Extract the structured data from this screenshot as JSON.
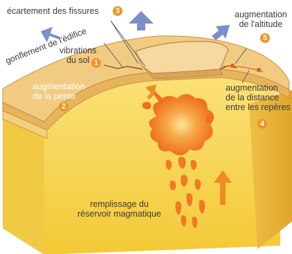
{
  "labels": {
    "ecartement": "écartement des fissures",
    "gonflement": "gonflement de l'édifice",
    "vibrations_l1": "vibrations",
    "vibrations_l2": "du sol",
    "pente_l1": "augmentation",
    "pente_l2": "de la pente",
    "altitude_l1": "augmentation",
    "altitude_l2": "de l'altitude",
    "distance_l1": "augmentation",
    "distance_l2": "de la distance",
    "distance_l3": "entre les repères",
    "reservoir_l1": "remplissage du",
    "reservoir_l2": "réservoir magmatique"
  },
  "markers": {
    "n1": "1",
    "n2": "2",
    "n3": "3",
    "n4": "4",
    "n5": "5"
  },
  "colors": {
    "block_front": "#f7d64e",
    "block_side": "#e8b93a",
    "crust_top": "#f2c778",
    "crust_edge": "#c98d3a",
    "magma": "#ef7a22",
    "magma_core": "#f9b24a",
    "arrow_blue": "#7d8fc8",
    "arrow_orange": "#f08a24",
    "marker_orange": "#f29422"
  }
}
